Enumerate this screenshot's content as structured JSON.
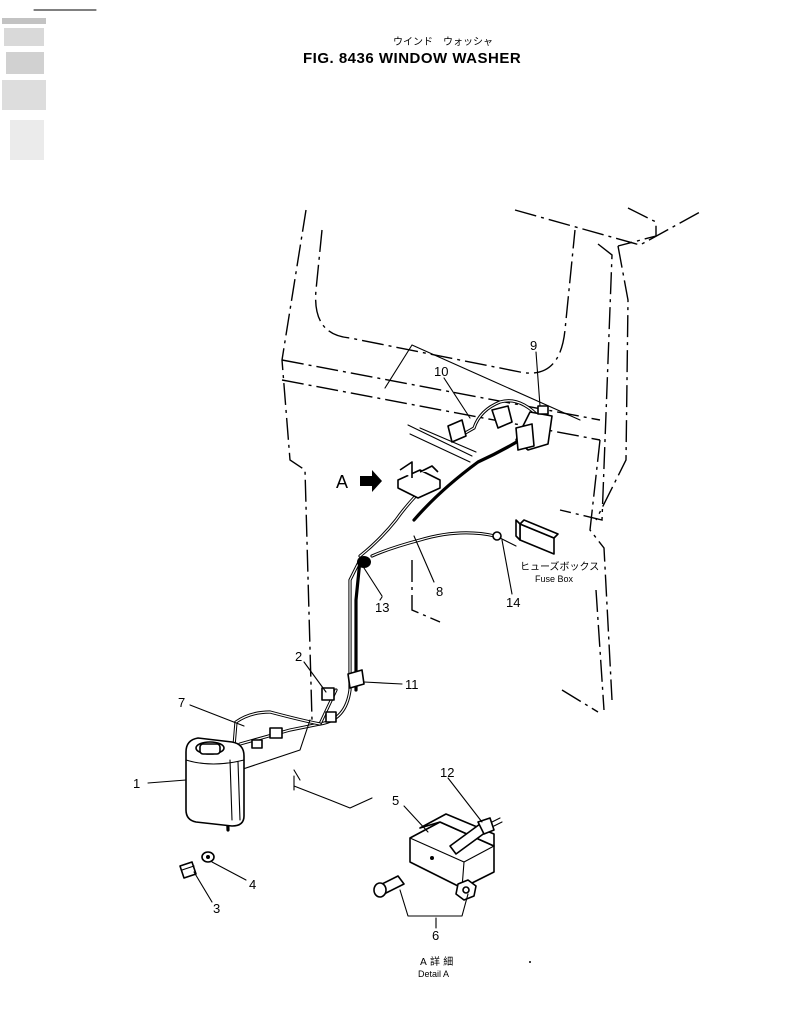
{
  "header": {
    "title_jp": "ウインド　ウォッシャ",
    "title_en": "FIG. 8436   WINDOW  WASHER"
  },
  "view_marker": {
    "label": "A"
  },
  "fuse_box": {
    "label_jp": "ヒューズボックス",
    "label_en": "Fuse Box"
  },
  "detail": {
    "label_jp": "A 詳 細",
    "label_en": "Detail A"
  },
  "callouts": {
    "p1": "1",
    "p2": "2",
    "p3": "3",
    "p4": "4",
    "p5": "5",
    "p6": "6",
    "p7": "7",
    "p8": "8",
    "p9": "9",
    "p10": "10",
    "p11": "11",
    "p12": "12",
    "p13": "13",
    "p14": "14"
  }
}
